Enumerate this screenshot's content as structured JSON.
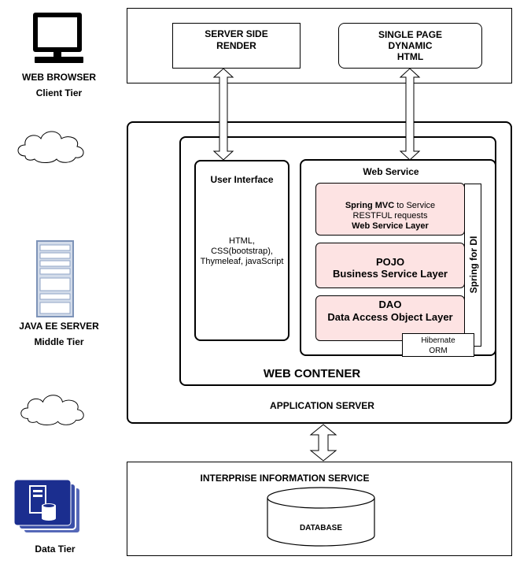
{
  "tiers": {
    "client": {
      "title": "WEB BROWSER",
      "subtitle": "Client Tier"
    },
    "middle": {
      "title": "JAVA EE SERVER",
      "subtitle": "Middle Tier"
    },
    "data": {
      "title": "Data Tier"
    }
  },
  "client_box": {
    "ssr": {
      "line1": "SERVER SIDE",
      "line2": "RENDER"
    },
    "spa": {
      "line1": "SINGLE PAGE",
      "line2": "DYNAMIC",
      "line3": "HTML"
    }
  },
  "app_server": {
    "label": "APPLICATION SERVER",
    "web_container": {
      "label": "WEB CONTENER",
      "user_interface": {
        "title": "User Interface",
        "tech1": "HTML,",
        "tech2": "CSS(bootstrap),",
        "tech3": "Thymeleaf, javaScript"
      },
      "web_service": {
        "title": "Web Service",
        "spring_mvc": {
          "bold": "Spring MVC",
          "rest": " to Service",
          "line2": "RESTFUL requests",
          "line3": "Web Service Layer"
        },
        "pojo": {
          "line1": "POJO",
          "line2": "Business Service Layer"
        },
        "dao": {
          "line1": "DAO",
          "line2": "Data Access Object Layer"
        },
        "hibernate": {
          "line1": "Hibernate",
          "line2": "ORM"
        },
        "spring_di": "Spring for DI"
      }
    }
  },
  "eis": {
    "label": "INTERPRISE INFORMATION SERVICE",
    "database": "DATABASE"
  }
}
